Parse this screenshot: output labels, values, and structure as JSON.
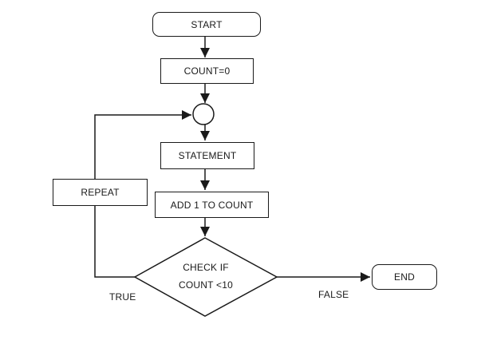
{
  "diagram": {
    "nodes": {
      "start": {
        "label": "START"
      },
      "init": {
        "label": "COUNT=0"
      },
      "statement": {
        "label": "STATEMENT"
      },
      "increment": {
        "label": "ADD 1 TO COUNT"
      },
      "repeat": {
        "label": "REPEAT"
      },
      "decision": {
        "line1": "CHECK IF",
        "line2": "COUNT <10"
      },
      "end": {
        "label": "END"
      }
    },
    "edge_labels": {
      "true_branch": "TRUE",
      "false_branch": "FALSE"
    },
    "colors": {
      "stroke": "#1a1a1a",
      "node_fill": "#ffffff",
      "text": "#1a1a1a",
      "background": "#ffffff"
    }
  }
}
